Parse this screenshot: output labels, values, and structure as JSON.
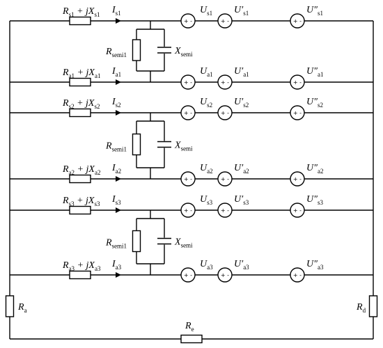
{
  "circuit": {
    "rails": {
      "left_resistor": {
        "symbol": "R",
        "sub": "a"
      },
      "right_resistor": {
        "symbol": "R",
        "sub": "d"
      },
      "bottom_resistor": {
        "symbol": "R",
        "sub": "e"
      }
    },
    "phases": [
      {
        "top": {
          "imp_main": "R",
          "imp_sub": "s1",
          "plus": " + j",
          "imp_x": "X",
          "imp_x_sub": "s1",
          "current": "I",
          "current_sub": "s1",
          "u": "U",
          "u_sub": "s1",
          "up": "U′",
          "up_sub": "s1",
          "upp": "U″",
          "upp_sub": "s1"
        },
        "bottom": {
          "imp_main": "R",
          "imp_sub": "a1",
          "plus": " + j",
          "imp_x": "X",
          "imp_x_sub": "a1",
          "current": "I",
          "current_sub": "a1",
          "u": "U",
          "u_sub": "a1",
          "up": "U′",
          "up_sub": "a1",
          "upp": "U″",
          "upp_sub": "a1"
        },
        "semi": {
          "r": "R",
          "r_sub": "semi1",
          "x": "X",
          "x_sub": "semi"
        }
      },
      {
        "top": {
          "imp_main": "R",
          "imp_sub": "s2",
          "plus": " + j",
          "imp_x": "X",
          "imp_x_sub": "s2",
          "current": "I",
          "current_sub": "s2",
          "u": "U",
          "u_sub": "s2",
          "up": "U′",
          "up_sub": "s2",
          "upp": "U″",
          "upp_sub": "s2"
        },
        "bottom": {
          "imp_main": "R",
          "imp_sub": "a2",
          "plus": " + j",
          "imp_x": "X",
          "imp_x_sub": "a2",
          "current": "I",
          "current_sub": "a2",
          "u": "U",
          "u_sub": "a2",
          "up": "U′",
          "up_sub": "a2",
          "upp": "U″",
          "upp_sub": "a2"
        },
        "semi": {
          "r": "R",
          "r_sub": "semi1",
          "x": "X",
          "x_sub": "semi"
        }
      },
      {
        "top": {
          "imp_main": "R",
          "imp_sub": "s3",
          "plus": " + j",
          "imp_x": "X",
          "imp_x_sub": "s3",
          "current": "I",
          "current_sub": "s3",
          "u": "U",
          "u_sub": "s3",
          "up": "U′",
          "up_sub": "s3",
          "upp": "U″",
          "upp_sub": "s3"
        },
        "bottom": {
          "imp_main": "R",
          "imp_sub": "a3",
          "plus": " + j",
          "imp_x": "X",
          "imp_x_sub": "a3",
          "current": "I",
          "current_sub": "a3",
          "u": "U",
          "u_sub": "a3",
          "up": "U′",
          "up_sub": "a3",
          "upp": "U″",
          "upp_sub": "a3"
        },
        "semi": {
          "r": "R",
          "r_sub": "semi1",
          "x": "X",
          "x_sub": "semi"
        }
      }
    ],
    "source_sign": "+ -"
  }
}
